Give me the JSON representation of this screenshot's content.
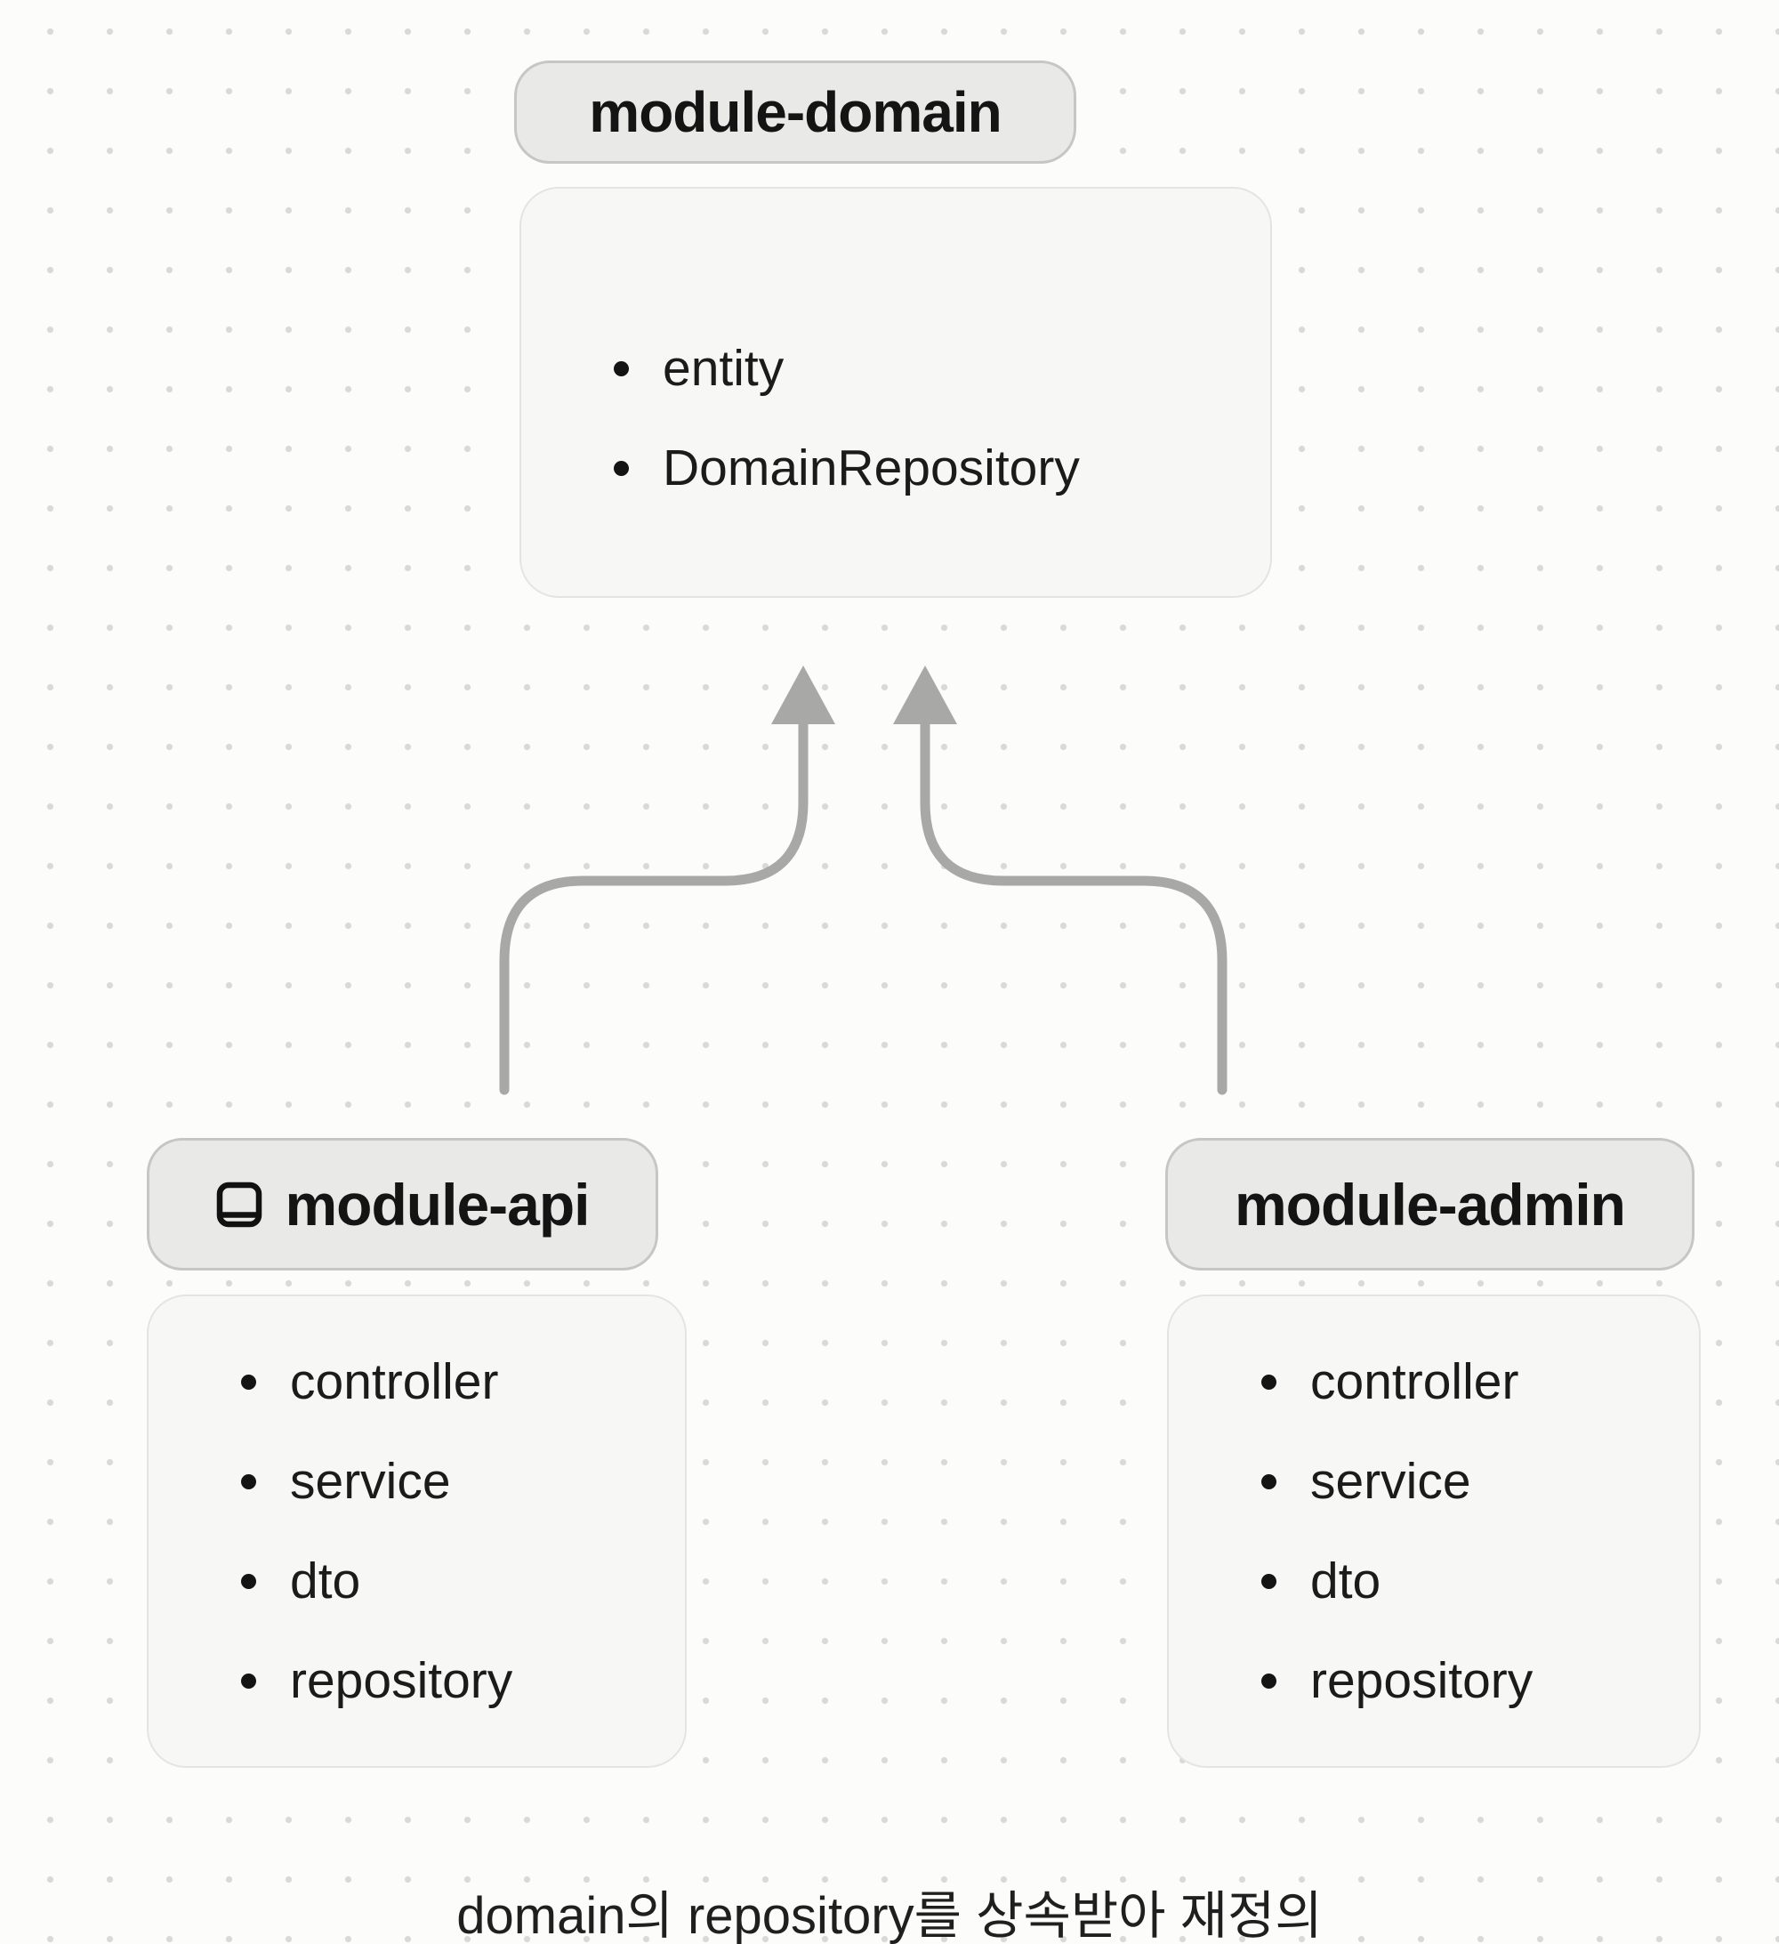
{
  "colors": {
    "background": "#fcfcfb",
    "dot": "#d9d9d8",
    "pill_fill": "#e9e9e7",
    "pill_border": "#c6c6c4",
    "box_fill": "#f7f7f5",
    "box_border": "#e4e4e2",
    "arrow": "#a8a8a7",
    "text": "#141414",
    "caption_text": "#1f1f1f"
  },
  "top_module": {
    "label": "module-domain",
    "items": [
      "entity",
      "DomainRepository"
    ]
  },
  "bottom_left_module": {
    "label": "module-api",
    "icon": "panel-bottom-icon",
    "items": [
      "controller",
      "service",
      "dto",
      "repository"
    ]
  },
  "bottom_right_module": {
    "label": "module-admin",
    "items": [
      "controller",
      "service",
      "dto",
      "repository"
    ]
  },
  "caption": "domain의 repository를 상속받아 재정의"
}
